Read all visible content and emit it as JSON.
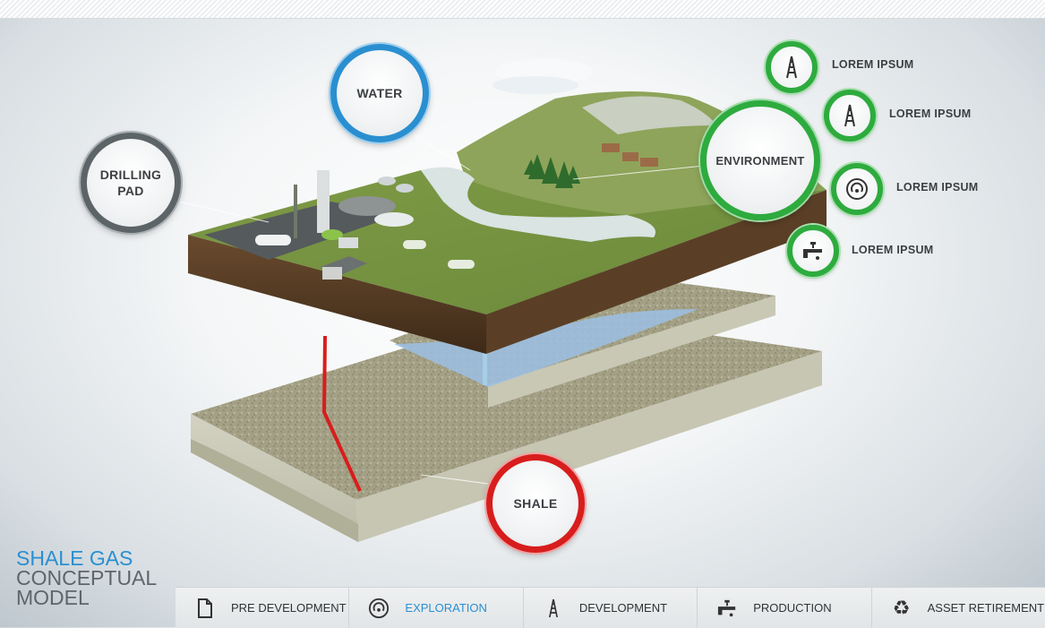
{
  "title": {
    "line1": "SHALE GAS",
    "line2": "CONCEPTUAL",
    "line3": "MODEL"
  },
  "callouts": {
    "water": "WATER",
    "drilling_pad_line1": "DRILLING",
    "drilling_pad_line2": "PAD",
    "environment": "ENVIRONMENT",
    "shale": "SHALE"
  },
  "environment_items": [
    {
      "label": "LOREM IPSUM",
      "icon": "drilling-rig-icon"
    },
    {
      "label": "LOREM IPSUM",
      "icon": "drilling-rig-icon"
    },
    {
      "label": "LOREM IPSUM",
      "icon": "exploration-signal-icon"
    },
    {
      "label": "LOREM IPSUM",
      "icon": "faucet-icon"
    }
  ],
  "nav": [
    {
      "label": "PRE DEVELOPMENT",
      "icon": "document-icon",
      "active": false
    },
    {
      "label": "EXPLORATION",
      "icon": "exploration-signal-icon",
      "active": true
    },
    {
      "label": "DEVELOPMENT",
      "icon": "drilling-rig-icon",
      "active": false
    },
    {
      "label": "PRODUCTION",
      "icon": "faucet-icon",
      "active": false
    },
    {
      "label": "ASSET RETIREMENT",
      "icon": "recycle-icon",
      "active": false
    }
  ],
  "colors": {
    "water": "#2a8fd0",
    "drilling_pad": "#5d6468",
    "environment": "#2eab3e",
    "shale": "#d81d1d",
    "active_nav": "#2a8fd0"
  }
}
